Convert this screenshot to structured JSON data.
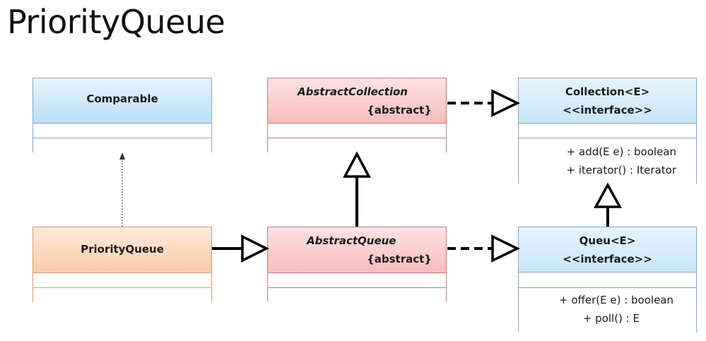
{
  "title": "PriorityQueue",
  "classes": {
    "comparable": {
      "name": "Comparable"
    },
    "abstract_collection": {
      "name": "AbstractCollection",
      "stereotype": "{abstract}"
    },
    "collection": {
      "name": "Collection<E>",
      "stereotype": "<<interface>>",
      "methods": [
        "+ add(E e) : boolean",
        "+ iterator() : Iterator"
      ]
    },
    "priority_queue": {
      "name": "PriorityQueue"
    },
    "abstract_queue": {
      "name": "AbstractQueue",
      "stereotype": "{abstract}"
    },
    "queue": {
      "name": "Queu<E>",
      "stereotype": "<<interface>>",
      "methods": [
        "+ offer(E e) : boolean",
        "+ poll() : E"
      ]
    }
  },
  "colors": {
    "interface": "#9fd4f2",
    "abstract": "#f4a3a3",
    "concrete": "#f6b98a"
  }
}
